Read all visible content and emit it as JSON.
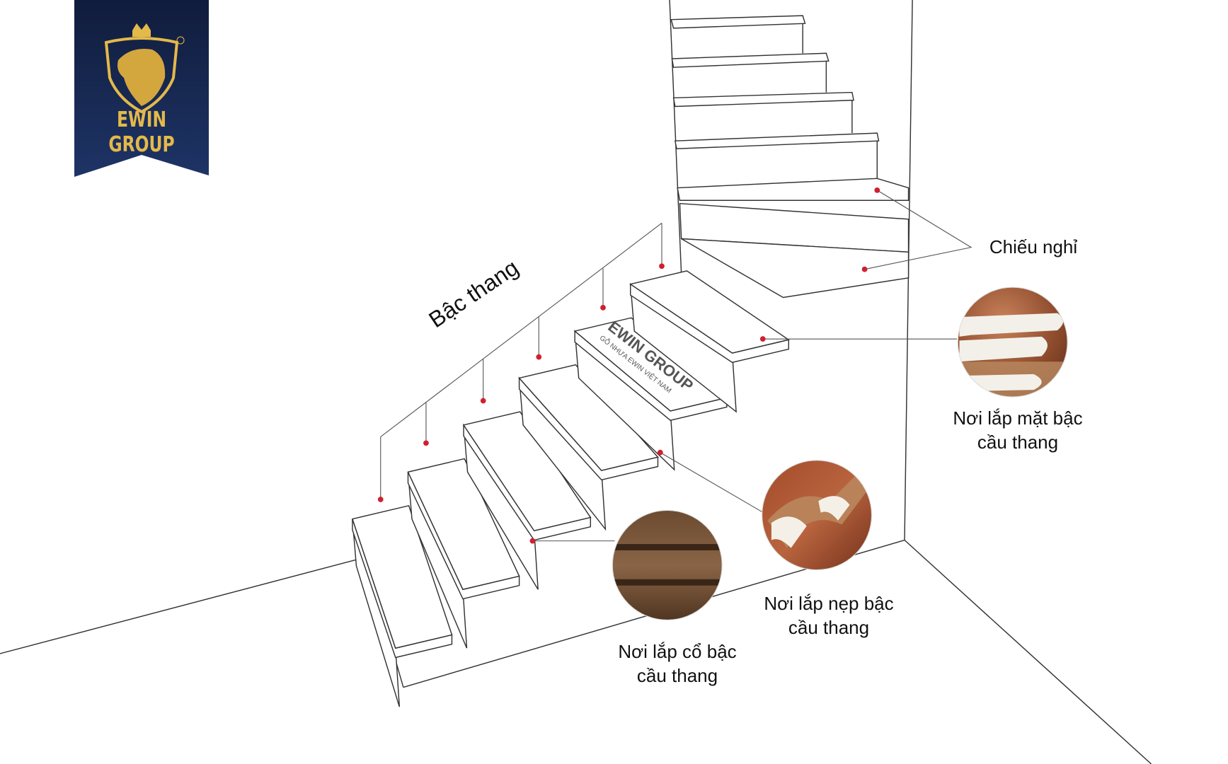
{
  "logo": {
    "brand": "EWIN GROUP",
    "registered": "®"
  },
  "step_logo": {
    "brand": "EWIN GROUP",
    "sub": "GỖ NHỰA EWIN VIỆT NAM"
  },
  "labels": {
    "stairs": "Bậc thang",
    "landing": "Chiếu nghỉ",
    "tread_line1": "Nơi lắp mặt bậc",
    "tread_line2": "cầu thang",
    "nosing_line1": "Nơi lắp nẹp bậc",
    "nosing_line2": "cầu thang",
    "riser_line1": "Nơi lắp cổ bậc",
    "riser_line2": "cầu thang"
  },
  "colors": {
    "marker": "#d0202e",
    "logo_bg": "#1c2f5e",
    "logo_gold": "#e3b94a"
  }
}
